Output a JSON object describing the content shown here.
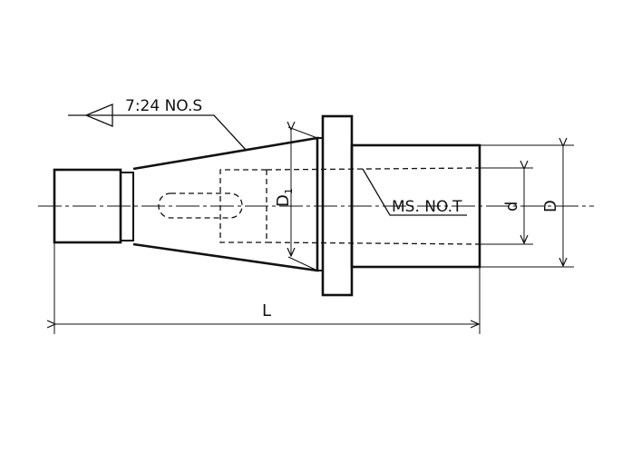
{
  "diagram": {
    "taper_label": "7:24 NO.S",
    "morse_label": "MS. NO.T",
    "dim_D1": "D",
    "dim_D1_sub": "1",
    "dim_d": "d",
    "dim_D": "D",
    "dim_L": "L",
    "colors": {
      "line": "#111111",
      "background": "#ffffff"
    }
  }
}
